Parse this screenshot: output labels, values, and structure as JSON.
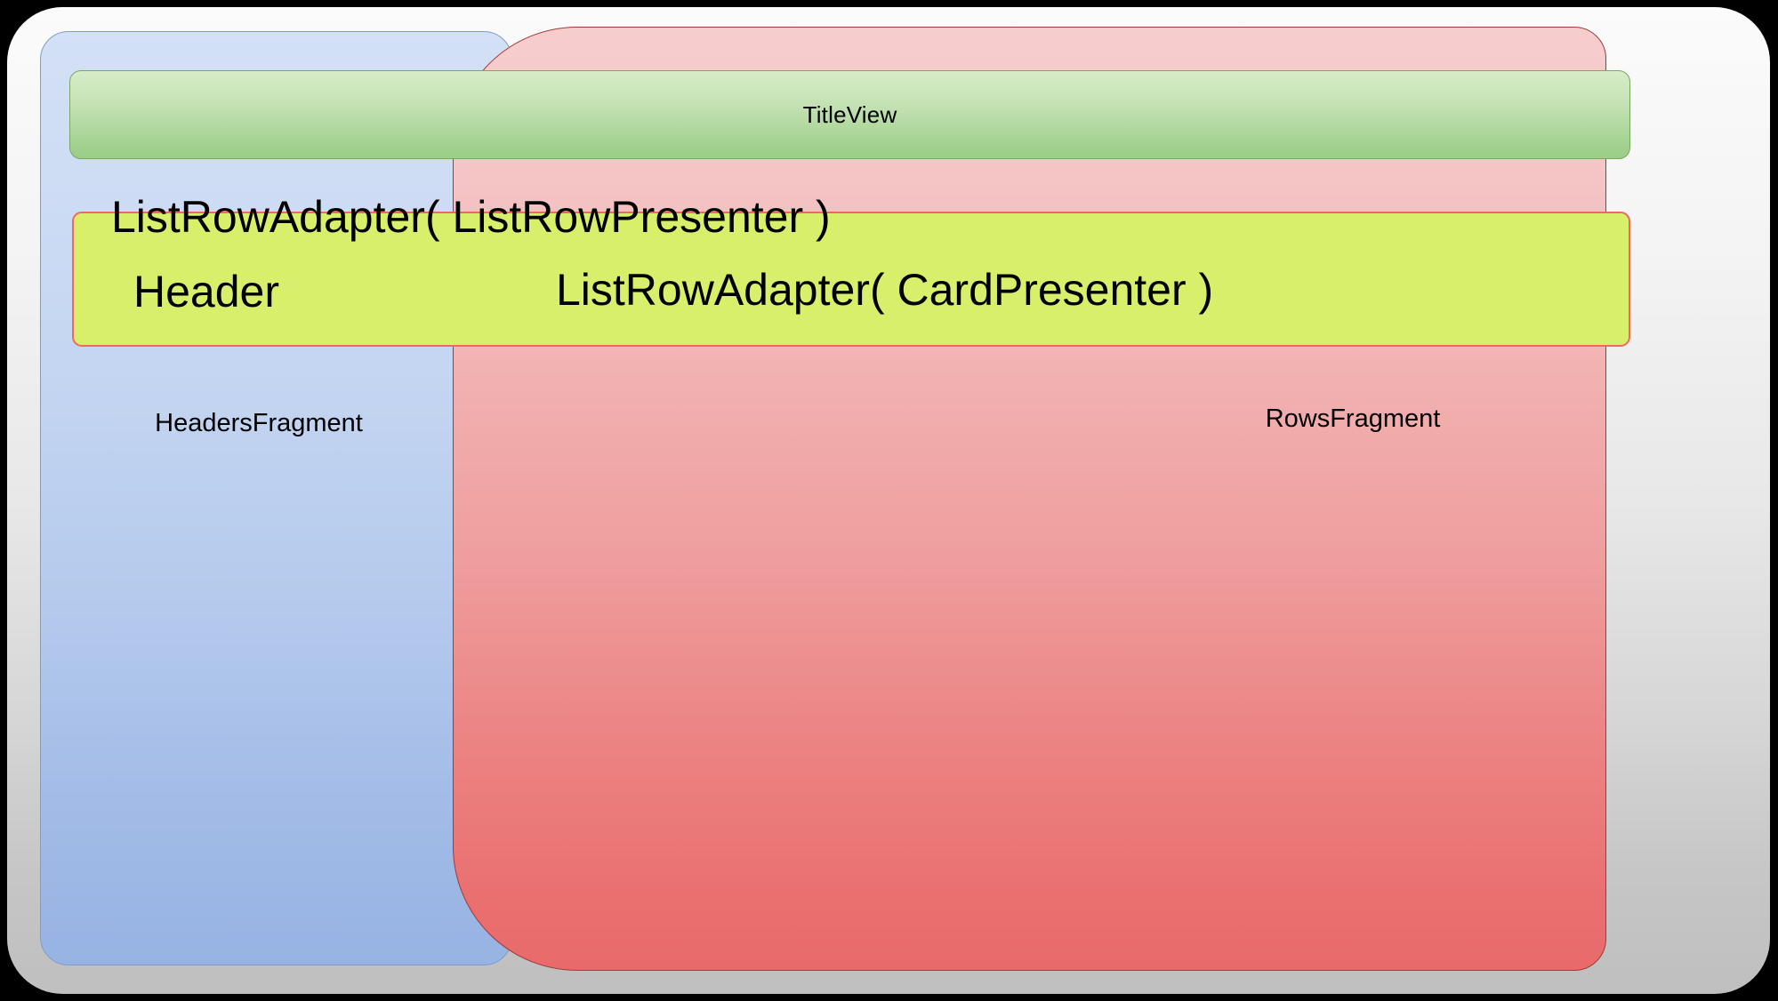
{
  "diagram": {
    "type": "nested-layout-structure",
    "description": "Android Leanback fragment/layout composition diagram",
    "outer_container": {
      "name": "outer-frame",
      "fill_top": "#fbfbfb",
      "fill_bottom": "#bfbfbf"
    },
    "panels": [
      {
        "id": "headers-fragment",
        "label": "HeadersFragment",
        "fill_top": "#d3e0f5",
        "fill_bottom": "#97b3e3",
        "border_color": "#7a9fc9"
      },
      {
        "id": "rows-fragment",
        "label": "RowsFragment",
        "fill_top": "#f6cdcd",
        "fill_bottom": "#e96a6a",
        "border_color": "#9e3a37"
      }
    ],
    "title_view": {
      "label": "TitleView",
      "fill_top": "#d6ecc8",
      "fill_bottom": "#9bce88",
      "border_color": "#79a862"
    },
    "row_adapter": {
      "title": "ListRowAdapter( ListRowPresenter )",
      "left_label": "Header",
      "right_label": "ListRowAdapter( CardPresenter )",
      "fill": "#d7ef6b",
      "border_color": "#f2685f"
    }
  }
}
